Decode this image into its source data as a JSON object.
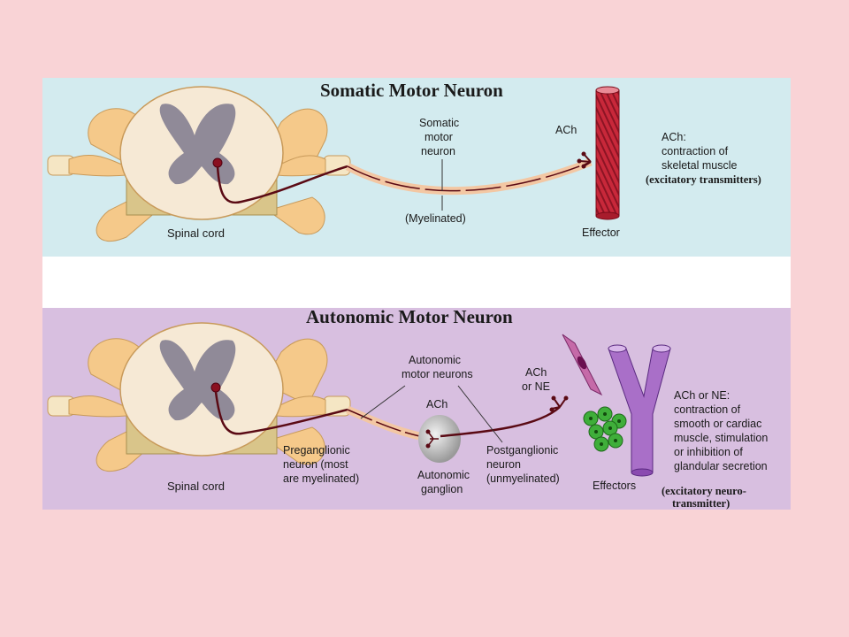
{
  "top": {
    "title": "Somatic Motor Neuron",
    "spinal_cord": "Spinal cord",
    "neuron_label": [
      "Somatic",
      "motor",
      "neuron"
    ],
    "myelinated": "(Myelinated)",
    "ach": "ACh",
    "effector": "Effector",
    "note": [
      "ACh:",
      "contraction of",
      "skeletal muscle"
    ],
    "note_bold": "(excitatory transmitters)"
  },
  "bottom": {
    "title": "Autonomic Motor Neuron",
    "spinal_cord": "Spinal cord",
    "motor_neurons": [
      "Autonomic",
      "motor neurons"
    ],
    "ach": "ACh",
    "ach_ne": [
      "ACh",
      "or NE"
    ],
    "preganglionic": [
      "Preganglionic",
      "neuron (most",
      "are myelinated)"
    ],
    "ganglion": [
      "Autonomic",
      "ganglion"
    ],
    "postganglionic": [
      "Postganglionic",
      "neuron",
      "(unmyelinated)"
    ],
    "effectors": "Effectors",
    "note": [
      "ACh or NE:",
      "contraction of",
      "smooth or cardiac",
      "muscle, stimulation",
      "or inhibition of",
      "glandular secretion"
    ],
    "note_bold": [
      "(excitatory neuro-",
      "transmitter)"
    ]
  }
}
